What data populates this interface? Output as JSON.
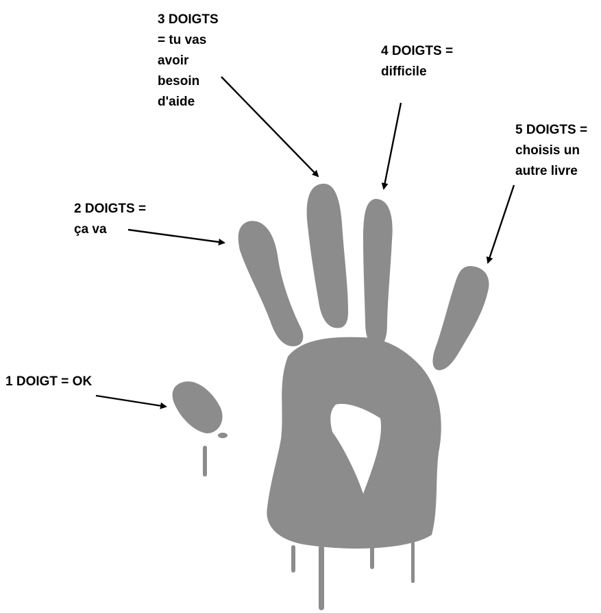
{
  "colors": {
    "hand": "#8c8c8c",
    "arrow": "#000000",
    "background": "#ffffff"
  },
  "labels": {
    "one": {
      "lines": [
        "1 DOIGT = OK"
      ]
    },
    "two": {
      "lines": [
        "2 DOIGTS =",
        "ça va"
      ]
    },
    "three": {
      "lines": [
        "3 DOIGTS",
        "= tu vas",
        "avoir",
        "besoin",
        "d'aide"
      ]
    },
    "four": {
      "lines": [
        "4 DOIGTS =",
        "difficile"
      ]
    },
    "five": {
      "lines": [
        "5 DOIGTS =",
        "choisis un",
        "autre livre"
      ]
    }
  }
}
